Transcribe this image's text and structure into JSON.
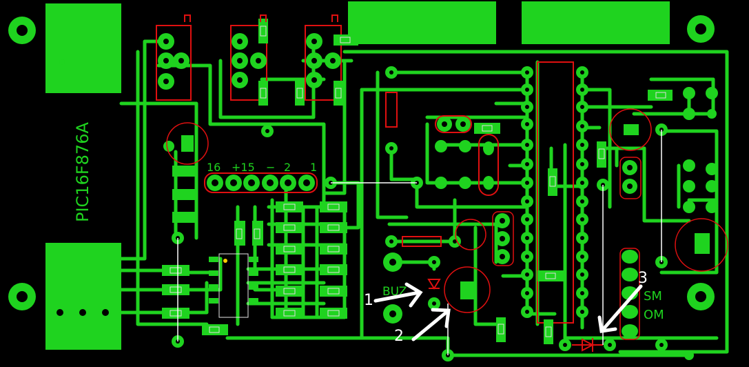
{
  "board": {
    "colors": {
      "background": "#000000",
      "copper": "#1fd31f",
      "outline": "#e01010",
      "annotation": "#ffffff",
      "wire": "#ffffff"
    },
    "ic_label": "PIC16F876A",
    "header_labels": [
      "16",
      "+15",
      "−",
      "2",
      "1"
    ],
    "buzzer_label": "BUZ",
    "side_labels": [
      "SM",
      "OM"
    ],
    "callouts": [
      "1",
      "2",
      "3"
    ]
  }
}
